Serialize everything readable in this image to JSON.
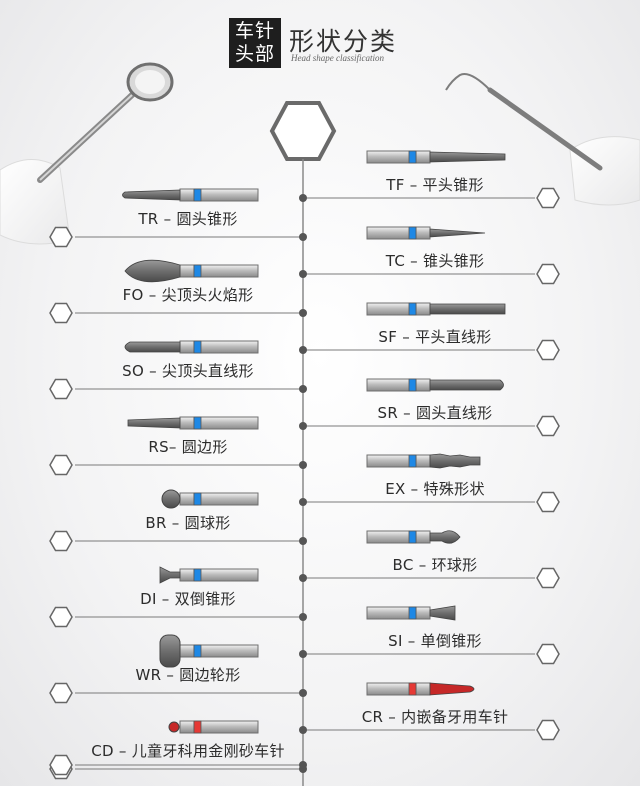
{
  "header": {
    "badge_line1": "车针",
    "badge_line2": "头部",
    "title": "形状分类",
    "subtitle": "Head shape classification"
  },
  "left_items": [
    {
      "code": "TR",
      "label": "TR – 圆头锥形",
      "accent": "#1e88e5"
    },
    {
      "code": "FO",
      "label": "FO – 尖顶头火焰形",
      "accent": "#1e88e5"
    },
    {
      "code": "SO",
      "label": "SO – 尖顶头直线形",
      "accent": "#1e88e5"
    },
    {
      "code": "RS",
      "label": "RS– 圆边形",
      "accent": "#1e88e5"
    },
    {
      "code": "BR",
      "label": "BR – 圆球形",
      "accent": "#1e88e5"
    },
    {
      "code": "DI",
      "label": "DI – 双倒锥形",
      "accent": "#1e88e5"
    },
    {
      "code": "WR",
      "label": "WR – 圆边轮形",
      "accent": "#1e88e5"
    },
    {
      "code": "CD",
      "label": "CD – 儿童牙科用金刚砂车针",
      "accent": "#e53935"
    }
  ],
  "right_items": [
    {
      "code": "TF",
      "label": "TF – 平头锥形",
      "accent": "#1e88e5"
    },
    {
      "code": "TC",
      "label": "TC – 锥头锥形",
      "accent": "#1e88e5"
    },
    {
      "code": "SF",
      "label": "SF – 平头直线形",
      "accent": "#1e88e5"
    },
    {
      "code": "SR",
      "label": "SR – 圆头直线形",
      "accent": "#1e88e5"
    },
    {
      "code": "EX",
      "label": "EX – 特殊形状",
      "accent": "#1e88e5"
    },
    {
      "code": "BC",
      "label": "BC – 环球形",
      "accent": "#1e88e5"
    },
    {
      "code": "SI",
      "label": "SI – 单倒锥形",
      "accent": "#1e88e5"
    },
    {
      "code": "CR",
      "label": "CR – 内嵌备牙用车针",
      "accent": "#e53935"
    }
  ],
  "colors": {
    "line": "#7a7a7a",
    "dot": "#555555",
    "hexagon": "#666666",
    "shank": "#c8c8c8",
    "head": "#777777"
  }
}
